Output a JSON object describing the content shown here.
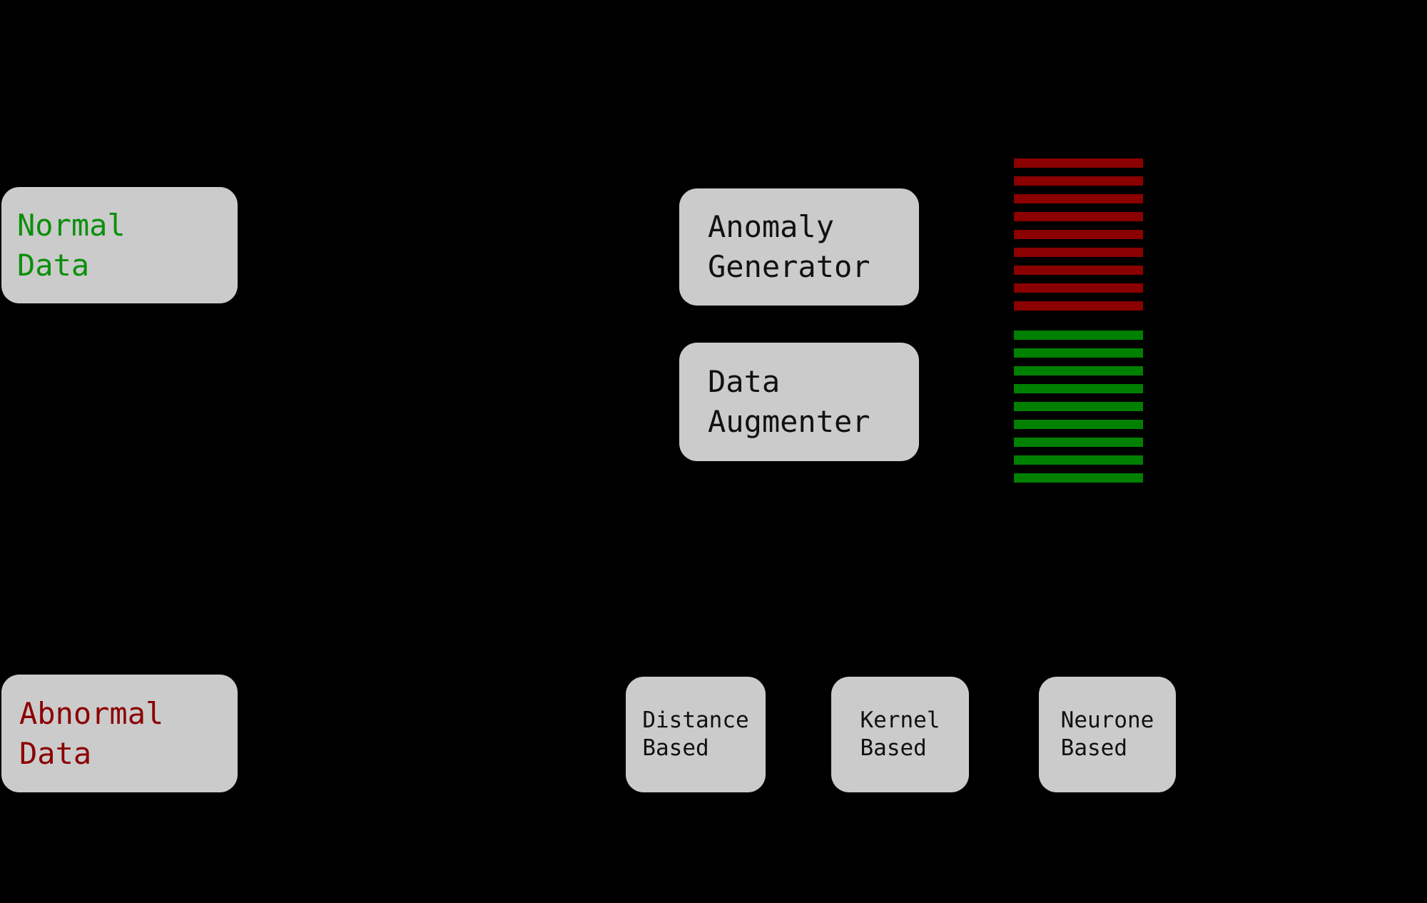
{
  "canvas": {
    "background_color": "#000000",
    "node_fill_color": "#cbcbcb"
  },
  "nodes": {
    "normal_data": {
      "line1": "Normal",
      "line2": "Data",
      "text_color": "#0c8f0c"
    },
    "abnormal_data": {
      "line1": "Abnormal",
      "line2": "Data",
      "text_color": "#8b0000"
    },
    "anomaly_generator": {
      "line1": "Anomaly",
      "line2": "Generator",
      "text_color": "#111111"
    },
    "data_augmenter": {
      "line1": "Data",
      "line2": "Augmenter",
      "text_color": "#111111"
    },
    "distance_based": {
      "line1": "Distance",
      "line2": "Based",
      "text_color": "#111111"
    },
    "kernel_based": {
      "line1": "Kernel",
      "line2": "Based",
      "text_color": "#111111"
    },
    "neurone_based": {
      "line1": "Neurone",
      "line2": "Based",
      "text_color": "#111111"
    }
  },
  "bar_stacks": {
    "anomalous": {
      "bar_count": 9,
      "bar_color": "#8b0000",
      "bar_name": "anomalous-data-bar"
    },
    "augmented": {
      "bar_count": 9,
      "bar_color": "#008000",
      "bar_name": "augmented-data-bar"
    }
  }
}
